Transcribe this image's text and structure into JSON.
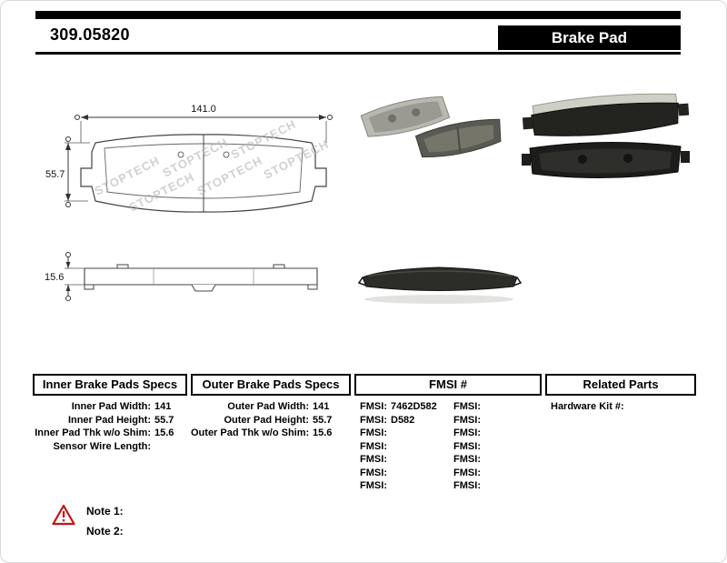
{
  "header": {
    "part_number": "309.05820",
    "product_type": "Brake Pad"
  },
  "colors": {
    "banner": "#000000",
    "warning": "#cc1111"
  },
  "drawing": {
    "dim_width": "141.0",
    "dim_height": "55.7",
    "dim_thickness": "15.6",
    "watermark": "STOPTECH"
  },
  "table": {
    "inner": {
      "title": "Inner Brake Pads Specs",
      "rows": [
        {
          "label": "Inner Pad Width:",
          "value": "141"
        },
        {
          "label": "Inner Pad Height:",
          "value": "55.7"
        },
        {
          "label": "Inner Pad Thk w/o Shim:",
          "value": "15.6"
        },
        {
          "label": "Sensor Wire Length:",
          "value": ""
        }
      ]
    },
    "outer": {
      "title": "Outer Brake Pads Specs",
      "rows": [
        {
          "label": "Outer Pad Width:",
          "value": "141"
        },
        {
          "label": "Outer Pad Height:",
          "value": "55.7"
        },
        {
          "label": "Outer Pad Thk w/o Shim:",
          "value": "15.6"
        }
      ]
    },
    "fmsi": {
      "title": "FMSI #",
      "col1": [
        {
          "label": "FMSI:",
          "value": "7462D582"
        },
        {
          "label": "FMSI:",
          "value": "D582"
        },
        {
          "label": "FMSI:",
          "value": ""
        },
        {
          "label": "FMSI:",
          "value": ""
        },
        {
          "label": "FMSI:",
          "value": ""
        },
        {
          "label": "FMSI:",
          "value": ""
        },
        {
          "label": "FMSI:",
          "value": ""
        }
      ],
      "col2": [
        {
          "label": "FMSI:",
          "value": ""
        },
        {
          "label": "FMSI:",
          "value": ""
        },
        {
          "label": "FMSI:",
          "value": ""
        },
        {
          "label": "FMSI:",
          "value": ""
        },
        {
          "label": "FMSI:",
          "value": ""
        },
        {
          "label": "FMSI:",
          "value": ""
        },
        {
          "label": "FMSI:",
          "value": ""
        }
      ]
    },
    "related": {
      "title": "Related Parts",
      "rows": [
        {
          "label": "Hardware Kit #:",
          "value": ""
        }
      ]
    }
  },
  "notes": {
    "items": [
      {
        "label": "Note 1:"
      },
      {
        "label": "Note 2:"
      }
    ]
  }
}
